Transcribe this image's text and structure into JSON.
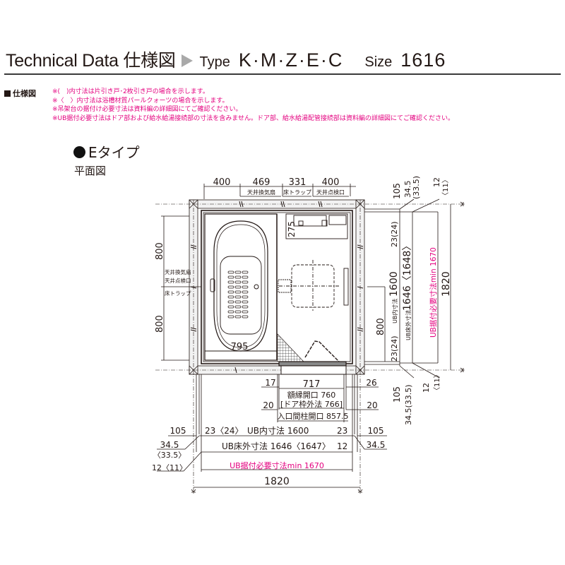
{
  "header": {
    "title": "Technical Data 仕様図",
    "type_label": "Type",
    "type_value": "K·M·Z·E·C",
    "size_label": "Size",
    "size_value": "1616"
  },
  "spec": {
    "label": "仕様図",
    "notes": [
      "※(　)内寸法は片引き戸･2枚引き戸の場合を示します。",
      "※〈　〉内寸法は浴槽材質パールクォーツの場合を示します。",
      "※吊架台の据付け必要寸法は資料編の詳細図にてご確認ください。",
      "※UB据付必要寸法はドア部および給水給湯接続部の寸法を含みません。ドア部、給水給湯配管接続部は資料編の詳細図にてご確認ください。"
    ]
  },
  "drawing": {
    "type_title": "Eタイプ",
    "view_label": "平面図",
    "accent_color": "#e4007f",
    "top_dims": {
      "values": [
        "400",
        "469",
        "331",
        "400"
      ],
      "labels": [
        "天井換気扇",
        "床トラップ",
        "天井点検口"
      ]
    },
    "left_dims": {
      "upper": "800",
      "lower": "800",
      "labels": [
        "天井換気扇",
        "天井点検口",
        "床トラップ"
      ]
    },
    "interior": {
      "tub_width": "795",
      "counter_depth": "275",
      "right_800": "800"
    },
    "right_dims": {
      "top_105": "105",
      "top_345": "34.5",
      "top_335": "(33.5)",
      "top_12": "12",
      "top_11": "〈11〉",
      "side_23a": "23(24)",
      "side_23b": "23(24)",
      "ub_inner_label": "UB内寸法",
      "ub_inner": "1600",
      "ub_floor_label": "UB床外寸法",
      "ub_floor": "1646〈1648〉",
      "ub_install": "UB据付必要寸法min 1670",
      "total": "1820",
      "bot_105": "105",
      "bot_345": "34.5(33.5)",
      "bot_12": "12",
      "bot_11": "〈11〉"
    },
    "door_dims": {
      "left_17": "17",
      "width_717": "717",
      "right_26": "26",
      "left_20": "20",
      "right_20": "20",
      "frame_opening": "額縁開口 760",
      "door_frame": "[ドア枠外法 766]",
      "entrance": "入口間柱開口 857.5"
    },
    "bottom_dims": {
      "left_105": "105",
      "right_105": "105",
      "left_23": "23〈24〉",
      "ub_inner": "UB内寸法 1600",
      "right_23": "23",
      "left_345": "34.5",
      "left_335": "〈33.5〉",
      "left_12": "12〈11〉",
      "ub_floor": "UB床外寸法 1646〈1647〉",
      "right_12": "12",
      "right_345": "34.5",
      "ub_install": "UB据付必要寸法min 1670",
      "total": "1820"
    }
  }
}
